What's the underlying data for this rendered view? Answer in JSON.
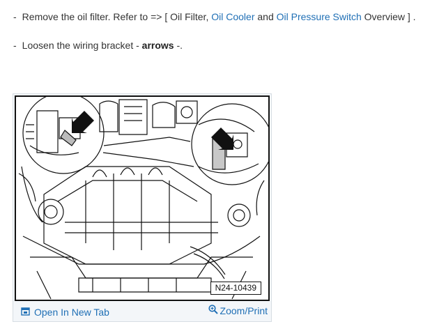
{
  "steps": {
    "step1": {
      "dash": "-",
      "text_before": "Remove the oil filter. Refer to => [ Oil Filter, ",
      "link1": "Oil Cooler",
      "text_middle": " and ",
      "link2": "Oil Pressure Switch",
      "text_after": " Overview ] ."
    },
    "step2": {
      "dash": "-",
      "text_before": "Loosen the wiring bracket - ",
      "bold": "arrows",
      "text_after": " -."
    }
  },
  "figure": {
    "id_label": "N24-10439",
    "open_tab_label": "Open In New Tab",
    "zoom_label": "Zoom/Print",
    "open_tab_icon": "open-new-tab-icon",
    "zoom_icon": "magnifier-icon"
  },
  "colors": {
    "link": "#1f6fb5",
    "text": "#333333",
    "frame": "#f3f6f9"
  }
}
